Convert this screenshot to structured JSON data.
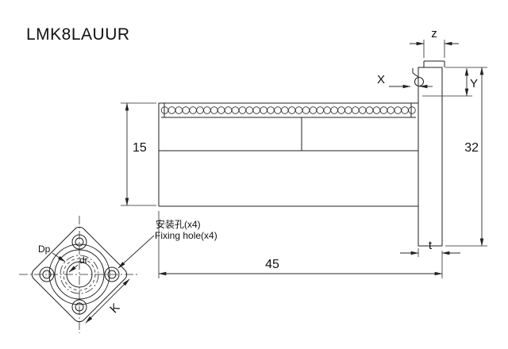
{
  "title": "LMK8LAUUR",
  "side_view": {
    "dim_height_body": "15",
    "dim_height_flange": "32",
    "dim_length": "45",
    "dim_flange_thickness": "t",
    "dim_ring_width": "z",
    "dim_groove_x": "X",
    "dim_groove_y": "Y"
  },
  "front_view": {
    "label_pitch_diameter": "Dp",
    "label_bore_diameter": "dr",
    "label_hole_pitch": "K"
  },
  "callout": {
    "fixing_hole_cn": "安装孔(x4)",
    "fixing_hole_en": "Fixing hole(x4)"
  },
  "colors": {
    "line": "#1f1f1f",
    "background": "#ffffff"
  }
}
